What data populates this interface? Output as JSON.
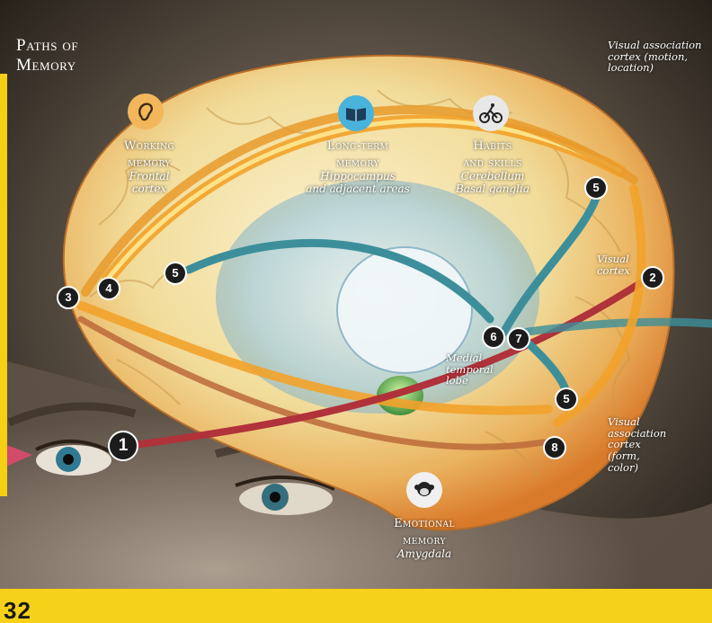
{
  "title": {
    "line1": "Paths of",
    "line2": "Memory"
  },
  "page_number": "32",
  "categories": {
    "working": {
      "name1": "Working",
      "name2": "memory",
      "region": "Frontal",
      "region2": "cortex",
      "icon": "ear-icon",
      "color": "#f3b65a"
    },
    "longterm": {
      "name1": "Long-term",
      "name2": "memory",
      "region": "Hippocampus",
      "region2": "and adjacent areas",
      "icon": "book-icon",
      "color": "#4ab3dc"
    },
    "habits": {
      "name1": "Habits",
      "name2": "and skills",
      "region": "Cerebellum",
      "region2": "Basal ganglia",
      "icon": "cyclist-icon",
      "color": "#e8e8e8"
    },
    "emotional": {
      "name1": "Emotional",
      "name2": "memory",
      "region": "Amygdala",
      "icon": "monkey-icon",
      "color": "#f0f0f0"
    }
  },
  "regions": {
    "visual_assoc_top": {
      "l1": "Visual association",
      "l2": "cortex (motion,",
      "l3": "location)"
    },
    "visual_cortex": {
      "l1": "Visual",
      "l2": "cortex"
    },
    "visual_assoc_bottom": {
      "l1": "Visual",
      "l2": "association",
      "l3": "cortex",
      "l4": "(form,",
      "l5": "color)"
    },
    "medial_temporal": {
      "l1": "Medial",
      "l2": "temporal",
      "l3": "lobe"
    }
  },
  "steps": [
    "1",
    "2",
    "3",
    "4",
    "5",
    "5",
    "5",
    "6",
    "7",
    "8"
  ],
  "colors": {
    "yellow": "#f6d11a",
    "path_orange": "#f2a22a",
    "path_teal": "#3c8f9a",
    "path_red": "#b0323a",
    "brain_cream": "#f1e1a6"
  }
}
